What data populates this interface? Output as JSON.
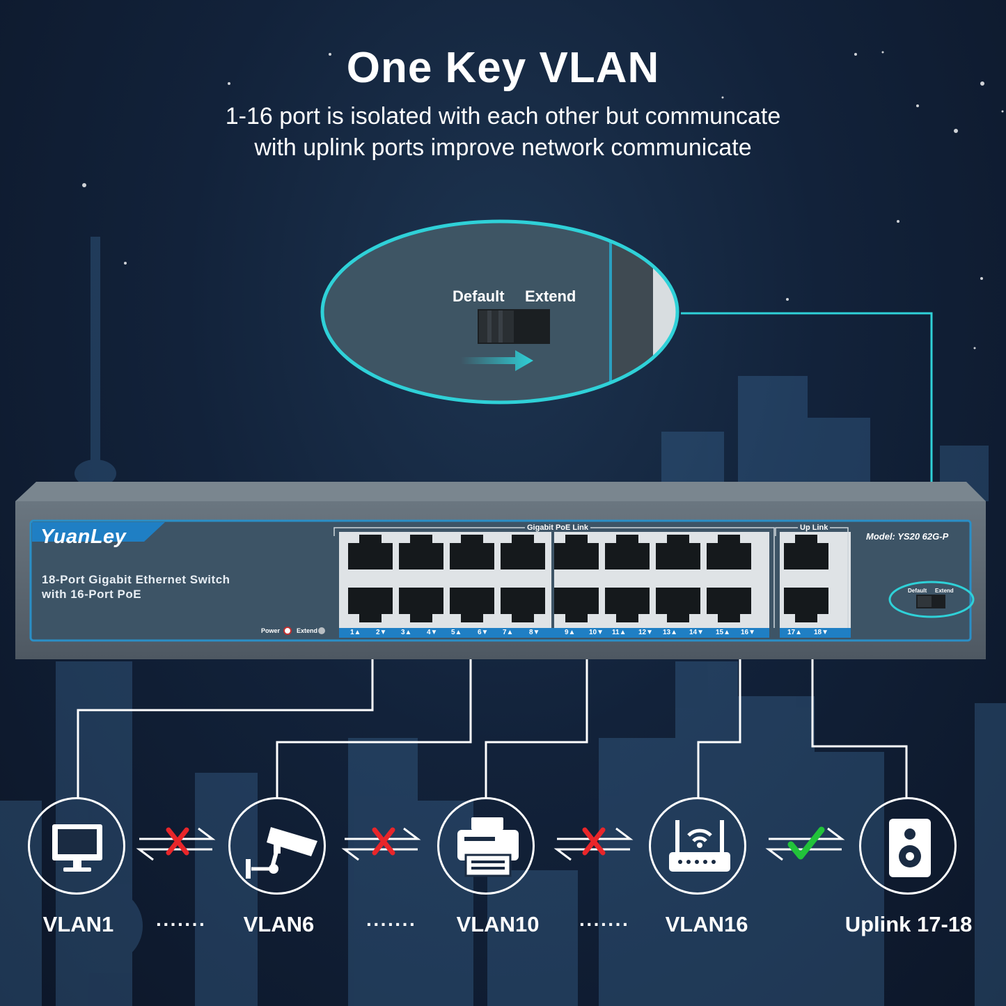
{
  "header": {
    "title": "One Key VLAN",
    "subtitle_line1": "1-16 port is isolated with each other but communcate",
    "subtitle_line2": "with uplink ports improve network communicate"
  },
  "zoom_callout": {
    "default_label": "Default",
    "extend_label": "Extend"
  },
  "switch": {
    "brand": "YuanLey",
    "description_line1": "18-Port Gigabit Ethernet Switch",
    "description_line2": "with 16-Port PoE",
    "power_label": "Power",
    "extend_led_label": "Extend",
    "poe_group_label": "Gigabit PoE Link",
    "uplink_group_label": "Up Link",
    "model": "Model: YS20 62G-P",
    "switch_default_label": "Default",
    "switch_extend_label": "Extend",
    "port_labels": [
      "1▲",
      "2▼",
      "3▲",
      "4▼",
      "5▲",
      "6▼",
      "7▲",
      "8▼",
      "9▲",
      "10▼",
      "11▲",
      "12▼",
      "13▲",
      "14▼",
      "15▲",
      "16▼",
      "17▲",
      "18▼"
    ]
  },
  "devices": [
    {
      "label": "VLAN1",
      "icon": "monitor-icon"
    },
    {
      "label": "VLAN6",
      "icon": "camera-icon"
    },
    {
      "label": "VLAN10",
      "icon": "printer-icon"
    },
    {
      "label": "VLAN16",
      "icon": "router-icon"
    },
    {
      "label": "Uplink 17-18",
      "icon": "speaker-icon"
    }
  ],
  "separators": [
    "·······",
    "·······",
    "·······"
  ],
  "colors": {
    "accent": "#2fd1d8",
    "blocked": "#e8262a",
    "allowed": "#22c33a"
  }
}
